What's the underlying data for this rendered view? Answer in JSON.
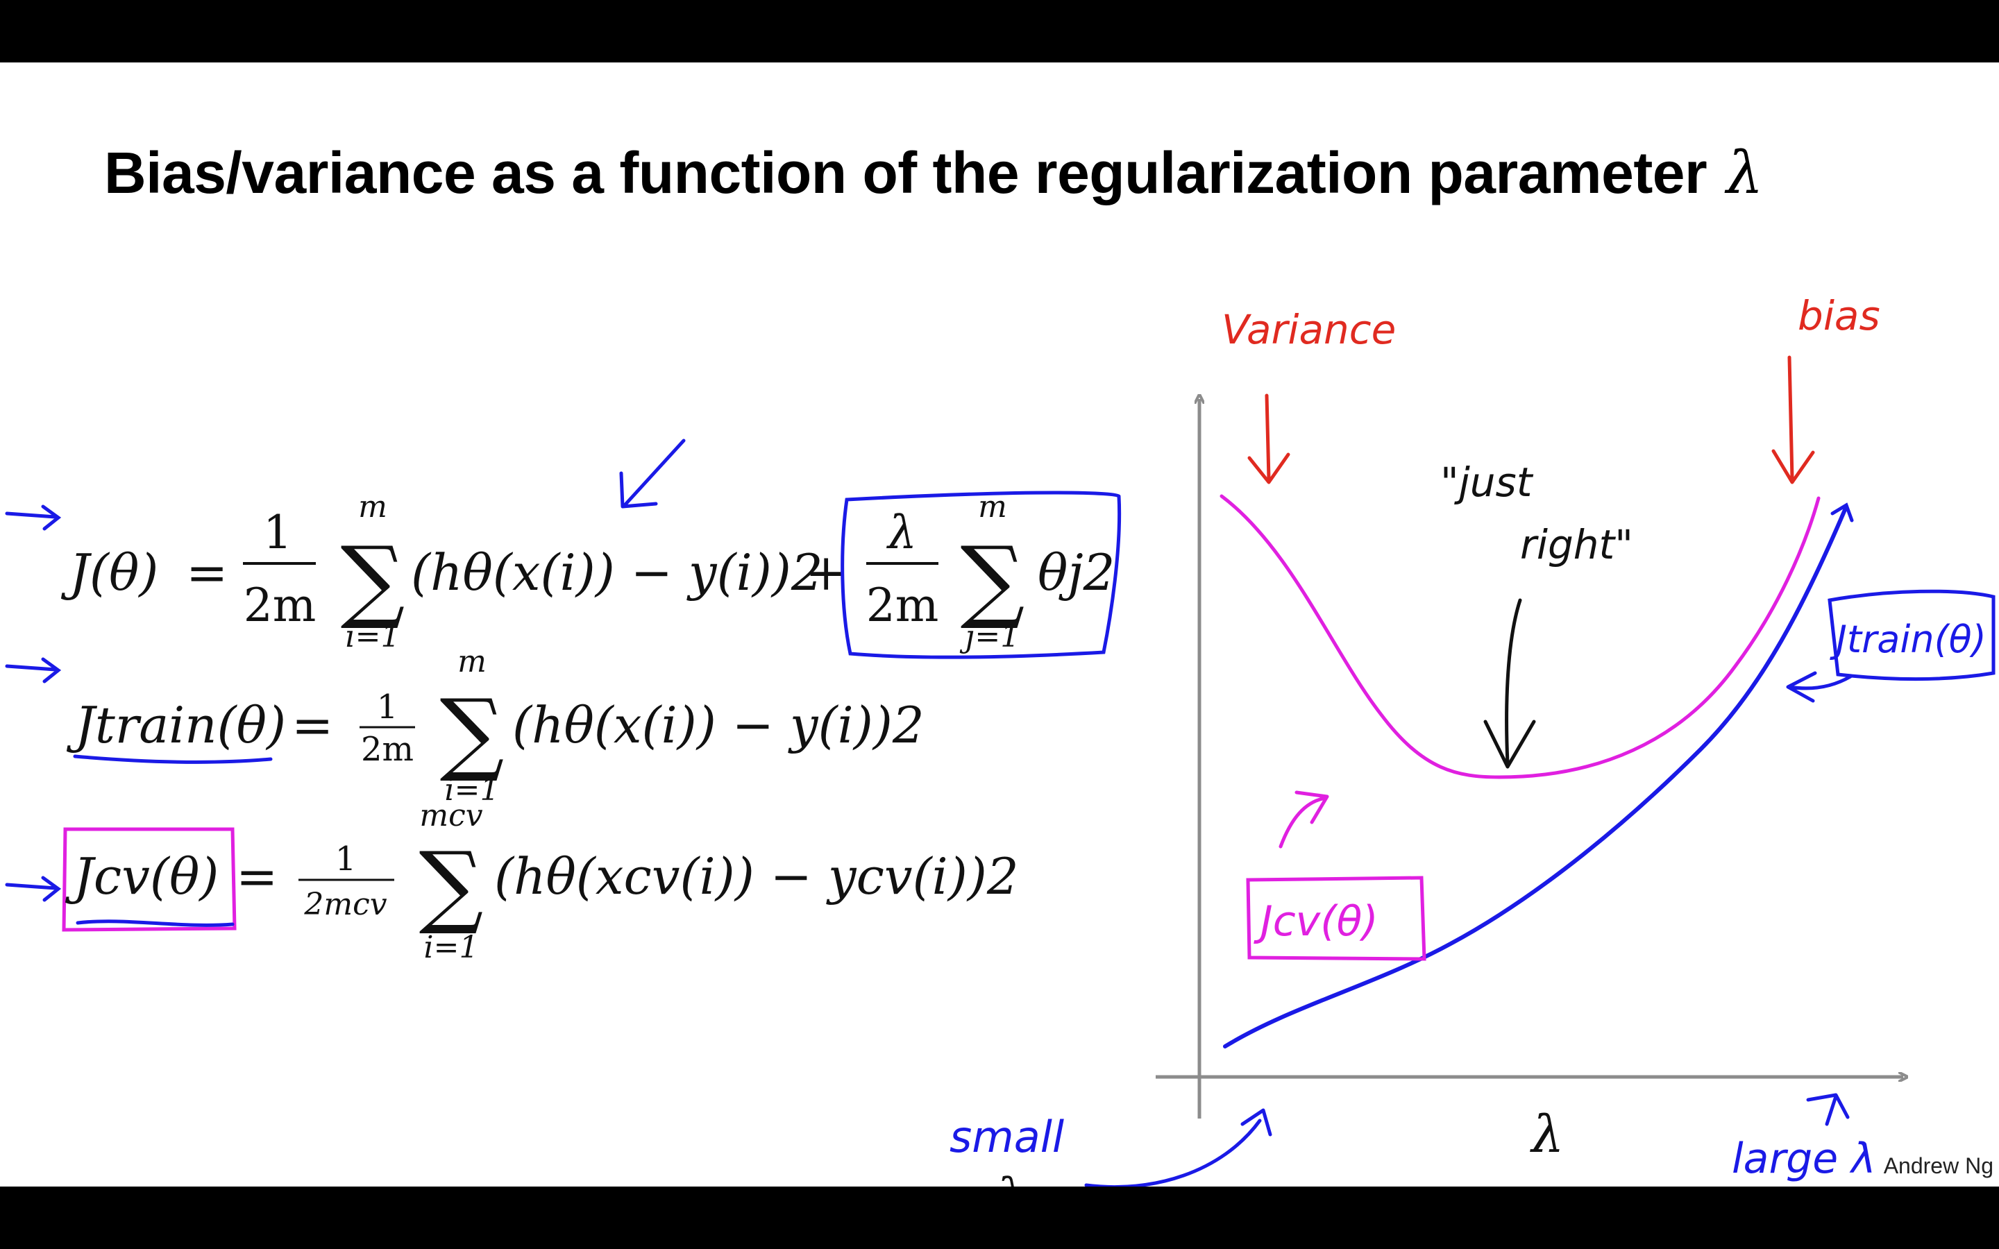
{
  "slide": {
    "title": "Bias/variance as a function of the regularization parameter",
    "title_symbol": "λ",
    "credit": "Andrew Ng"
  },
  "equations": {
    "J": {
      "lhs": "J(θ)",
      "frac_num": "1",
      "frac_den": "2m",
      "sum_top": "m",
      "sum_bottom": "i=1",
      "body": "(hθ(x(i)) − y(i))2",
      "plus": "+",
      "reg_num": "λ",
      "reg_den": "2m",
      "reg_sum_top": "m",
      "reg_sum_bottom": "j=1",
      "reg_body": "θj2"
    },
    "Jtrain": {
      "lhs": "Jtrain(θ)",
      "frac_num": "1",
      "frac_den": "2m",
      "sum_top": "m",
      "sum_bottom": "i=1",
      "body": "(hθ(x(i)) − y(i))2"
    },
    "Jcv": {
      "lhs": "Jcv(θ)",
      "frac_num": "1",
      "frac_den": "2mcv",
      "sum_top": "mcv",
      "sum_bottom": "i=1",
      "body": "(hθ(xcv(i)) − ycv(i))2"
    }
  },
  "annotations": {
    "variance": "Variance",
    "bias": "bias",
    "just_right_1": "\"just",
    "just_right_2": "right\"",
    "jcv_label": "Jcv(θ)",
    "jtrain_label": "Jtrain(θ)",
    "small": "small",
    "small_lambda": "λ",
    "large": "large λ",
    "x_axis_symbol": "λ"
  },
  "colors": {
    "pen_blue": "#1a1ae6",
    "pen_magenta": "#e020e0",
    "pen_red": "#e02a20",
    "axis_gray": "#8c8c8c",
    "ink": "#111111"
  }
}
